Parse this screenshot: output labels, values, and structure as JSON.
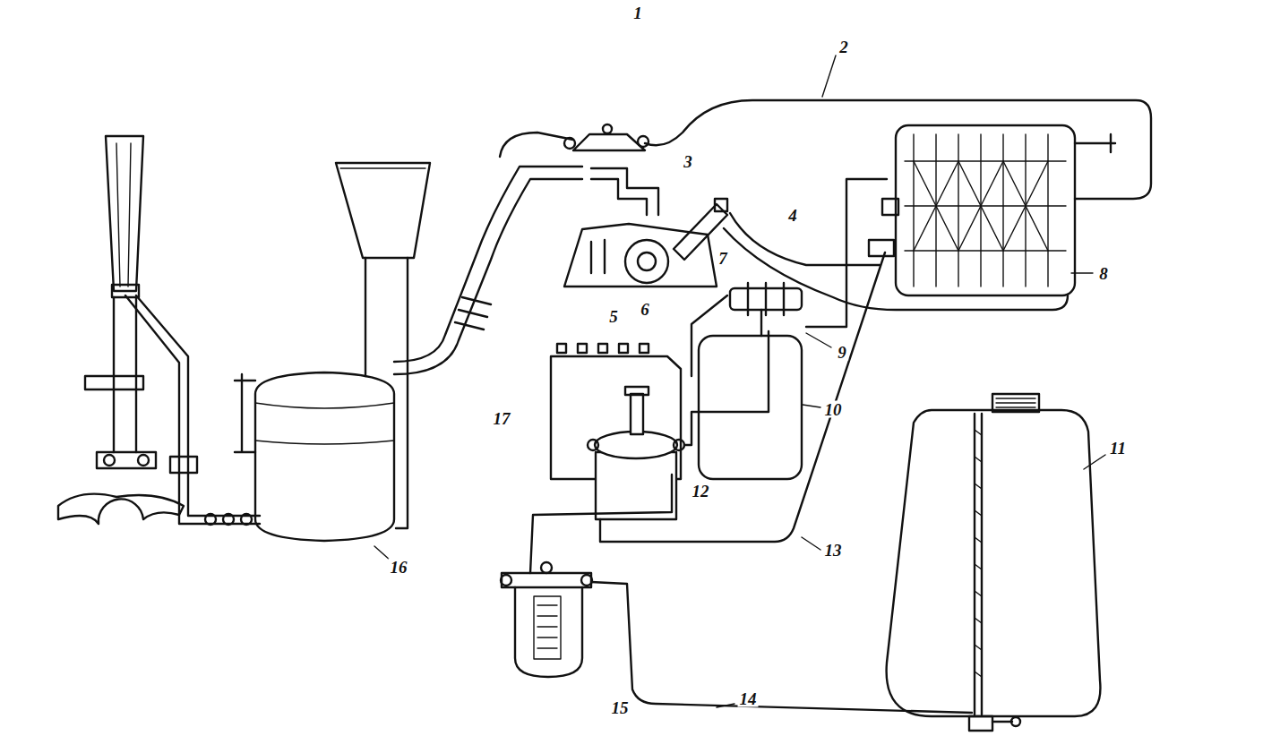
{
  "diagram": {
    "labels": [
      "1",
      "2",
      "3",
      "4",
      "8",
      "7",
      "5",
      "6",
      "9",
      "17",
      "10",
      "11",
      "12",
      "16",
      "13",
      "15",
      "14"
    ]
  }
}
